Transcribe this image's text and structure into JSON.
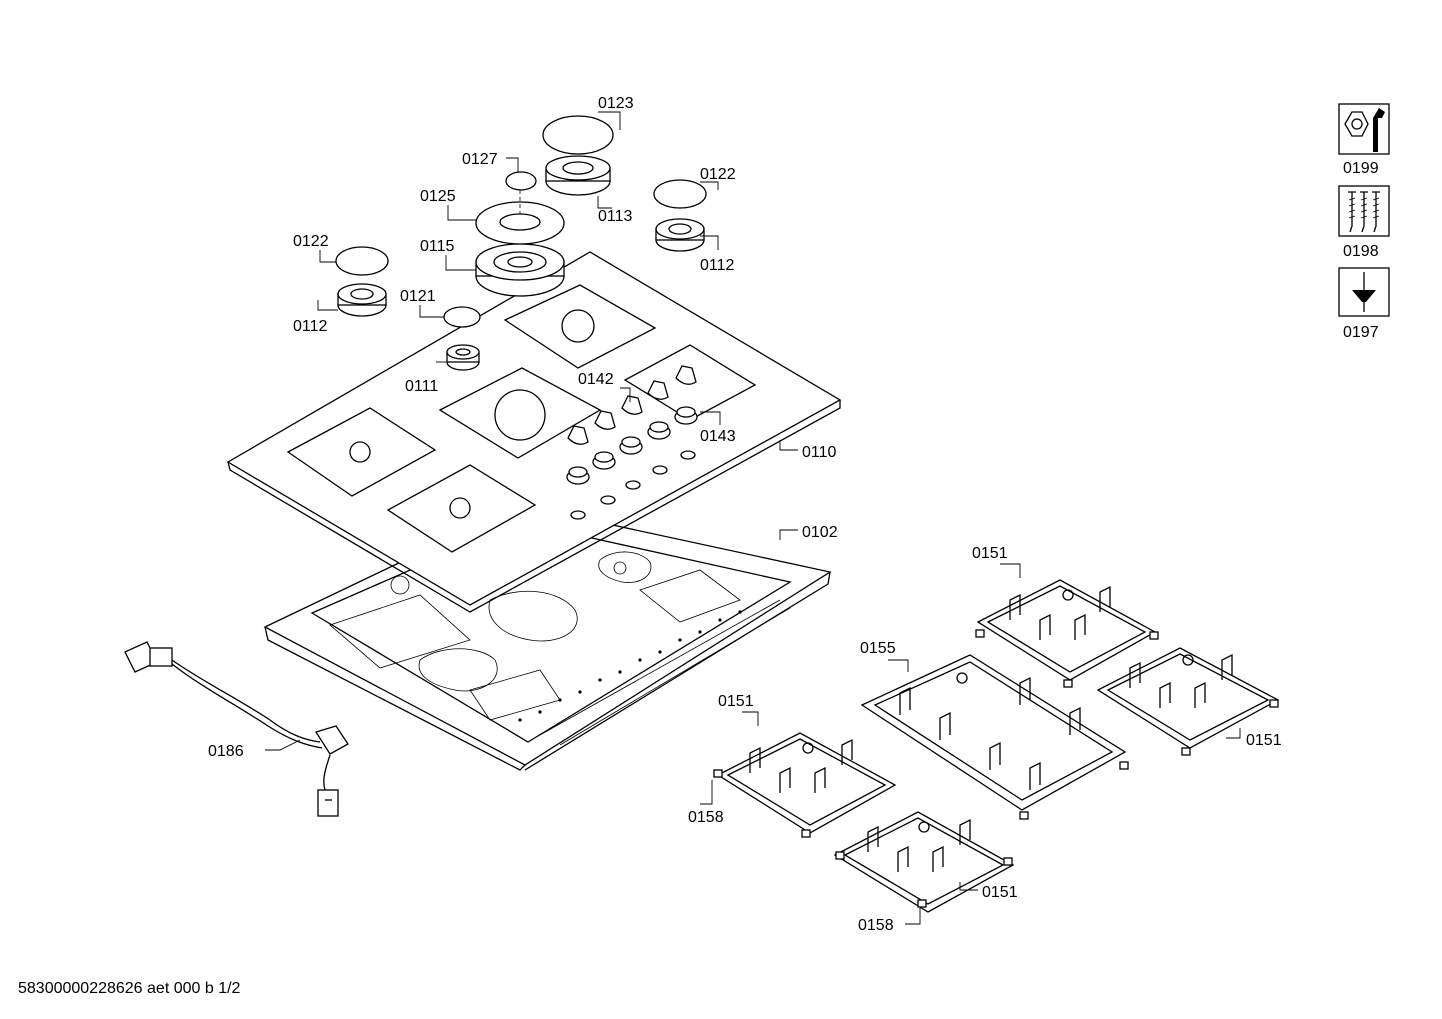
{
  "parts": {
    "p0123": "0123",
    "p0127": "0127",
    "p0125": "0125",
    "p0113": "0113",
    "p0122a": "0122",
    "p0122b": "0122",
    "p0115": "0115",
    "p0112a": "0112",
    "p0112b": "0112",
    "p0121": "0121",
    "p0111": "0111",
    "p0142": "0142",
    "p0143": "0143",
    "p0110": "0110",
    "p0102": "0102",
    "p0186": "0186",
    "p0151a": "0151",
    "p0151b": "0151",
    "p0151c": "0151",
    "p0151d": "0151",
    "p0155": "0155",
    "p0158a": "0158",
    "p0158b": "0158"
  },
  "tools": [
    {
      "code": "0199",
      "icon": "nut-wrench-icon"
    },
    {
      "code": "0198",
      "icon": "screws-icon"
    },
    {
      "code": "0197",
      "icon": "screwdriver-icon"
    }
  ],
  "footer": "58300000228626 aet 000 b 1/2"
}
